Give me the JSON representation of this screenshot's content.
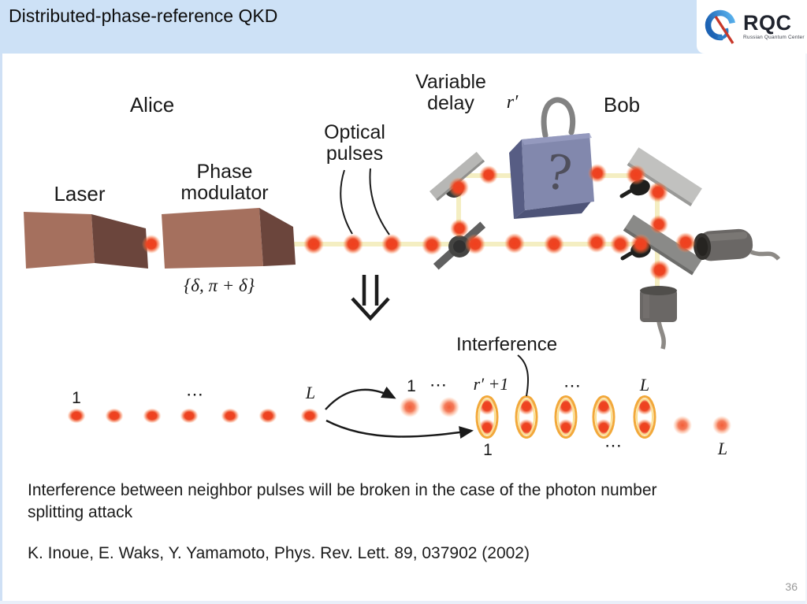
{
  "header": {
    "title": "Distributed-phase-reference QKD"
  },
  "logo": {
    "name": "RQC",
    "subtitle": "Russian Quantum Center",
    "blue": "#2e86d4",
    "red": "#c8382a"
  },
  "diagram": {
    "labels": {
      "alice": "Alice",
      "laser": "Laser",
      "phase_modulator": "Phase\nmodulator",
      "phase_set": "{δ, π + δ}",
      "optical_pulses": "Optical\npulses",
      "variable_delay": "Variable\ndelay",
      "r_prime": "r′",
      "bob": "Bob",
      "lock_question": "?",
      "interference": "Interference"
    },
    "timeline": {
      "left_first": "1",
      "left_dots": "⋯",
      "left_last": "L",
      "upper_first": "1",
      "upper_dots1": "⋯",
      "upper_rp1": "r′ +1",
      "upper_dots2": "⋯",
      "upper_last": "L",
      "lower_first": "1",
      "lower_dots": "⋯",
      "lower_last": "L"
    },
    "colors": {
      "header_bg": "#cde1f6",
      "pulse": "#ee4423",
      "beam": "#f4eec2",
      "pair_ring": "#f2a93a",
      "box_brown": "#a5705e",
      "lock_box": "#8288ad"
    }
  },
  "body": {
    "line1": "Interference between neighbor pulses will be broken in the case of the photon number",
    "line2": "splitting attack",
    "citation": "K. Inoue, E. Waks, Y. Yamamoto, Phys. Rev. Lett. 89, 037902 (2002)"
  },
  "footer": {
    "page_number": "36"
  }
}
